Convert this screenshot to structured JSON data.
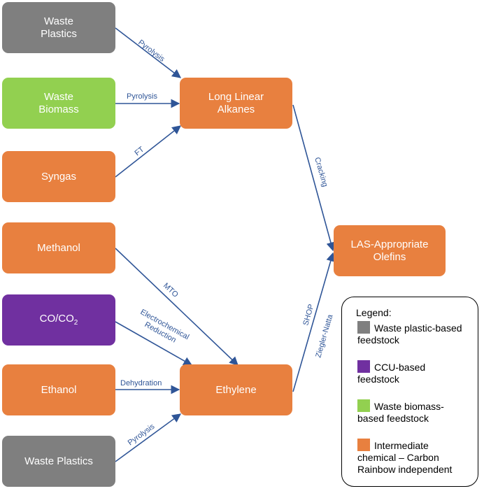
{
  "colors": {
    "gray": "#7f7f7f",
    "green": "#92d050",
    "orange": "#e8803f",
    "purple": "#7030a0",
    "arrow": "#2f5597"
  },
  "nodes": {
    "waste_plastics_top": {
      "lines": [
        "Waste",
        "Plastics"
      ],
      "color": "gray"
    },
    "waste_biomass": {
      "lines": [
        "Waste",
        "Biomass"
      ],
      "color": "green"
    },
    "syngas": {
      "lines": [
        "Syngas"
      ],
      "color": "orange"
    },
    "methanol": {
      "lines": [
        "Methanol"
      ],
      "color": "orange"
    },
    "co_co2": {
      "prefix": "CO/CO",
      "subscript": "2",
      "color": "purple"
    },
    "ethanol": {
      "lines": [
        "Ethanol"
      ],
      "color": "orange"
    },
    "waste_plastics_bottom": {
      "lines": [
        "Waste Plastics"
      ],
      "color": "gray"
    },
    "long_linear_alkanes": {
      "lines": [
        "Long Linear",
        "Alkanes"
      ],
      "color": "orange"
    },
    "ethylene": {
      "lines": [
        "Ethylene"
      ],
      "color": "orange"
    },
    "las_olefins": {
      "lines": [
        "LAS-Appropriate",
        "Olefins"
      ],
      "color": "orange"
    }
  },
  "edges": {
    "pyrolysis_top": "Pyrolysis",
    "pyrolysis_biomass": "Pyrolysis",
    "ft": "FT",
    "mto": "MTO",
    "electrochemical_line1": "Electrochemical",
    "electrochemical_line2": "Reduction",
    "dehydration": "Dehydration",
    "pyrolysis_bottom": "Pyrolysis",
    "cracking": "Cracking",
    "shop": "SHOP",
    "ziegler_natta": "Ziegler-Natta"
  },
  "legend": {
    "title": "Legend:",
    "items": [
      {
        "color": "gray",
        "lines": [
          "Waste plastic-based",
          "feedstock"
        ]
      },
      {
        "color": "purple",
        "lines": [
          "CCU-based",
          "feedstock"
        ]
      },
      {
        "color": "green",
        "lines": [
          "Waste biomass-",
          "based feedstock"
        ]
      },
      {
        "color": "orange",
        "lines": [
          "Intermediate",
          "chemical – Carbon",
          "Rainbow independent"
        ]
      }
    ]
  }
}
